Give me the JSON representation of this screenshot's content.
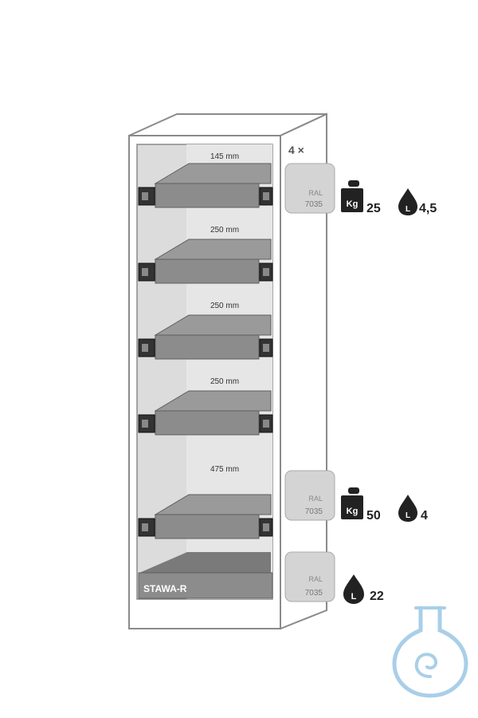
{
  "cabinet": {
    "gaps": [
      {
        "label": "145 mm"
      },
      {
        "label": "250 mm"
      },
      {
        "label": "250 mm"
      },
      {
        "label": "250 mm"
      },
      {
        "label": "475 mm"
      }
    ],
    "sump_label": "STAWA-R"
  },
  "legend": {
    "multiplier": "4 ×",
    "swatches": [
      {
        "ral": "RAL",
        "code": "7035",
        "weight": "25",
        "volume": "4,5",
        "weight_icon": "weight-kg-icon",
        "volume_icon": "liquid-drop-L-icon"
      },
      {
        "ral": "RAL",
        "code": "7035",
        "weight": "50",
        "volume": "4",
        "weight_icon": "weight-kg-icon",
        "volume_icon": "liquid-drop-L-icon"
      },
      {
        "ral": "RAL",
        "code": "7035",
        "weight": "",
        "volume": "22",
        "volume_icon": "liquid-drop-L-icon"
      }
    ],
    "icon_kg_text": "Kg",
    "icon_l_text": "L"
  },
  "colors": {
    "frame": "#8a8a8a",
    "interior": "#dcdcdc",
    "tray": "#8c8c8c",
    "tray_dark": "#5e5e5e",
    "swatch": "#d4d4d4",
    "icon": "#222222",
    "logo": "#a9cfe8"
  },
  "logo": {
    "icon": "flask-logo-icon"
  }
}
